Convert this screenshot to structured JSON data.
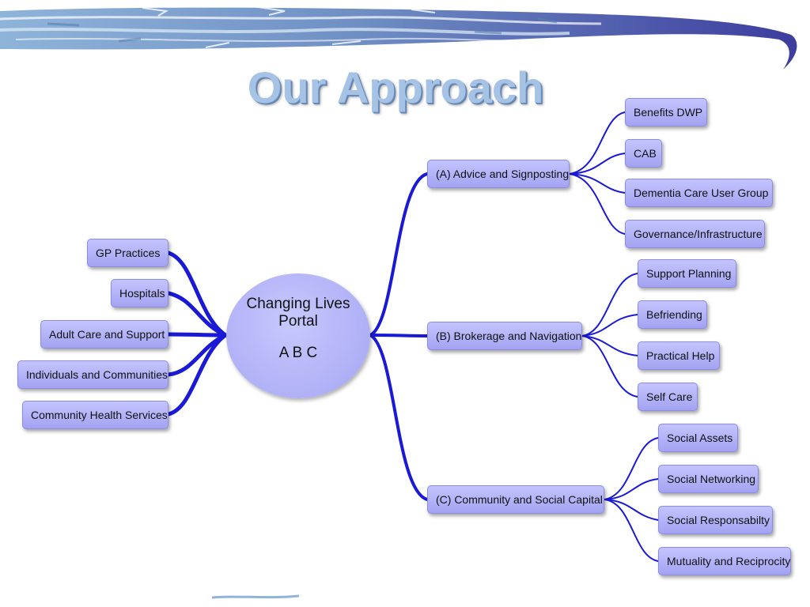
{
  "title": "Our Approach",
  "colors": {
    "node_fill": "#b3b3fa",
    "connector": "#1a1ad6",
    "title": "#a6c3e6",
    "banner_dark": "#3d3d9e",
    "banner_light": "#8fb4d9"
  },
  "hub": {
    "line1": "Changing Lives",
    "line2": "Portal",
    "line3": "A B C"
  },
  "left_nodes": [
    "GP Practices",
    "Hospitals",
    "Adult Care and Support",
    "Individuals and Communities",
    "Community Health Services"
  ],
  "branches": [
    {
      "label": "(A) Advice and Signposting",
      "children": [
        "Benefits DWP",
        "CAB",
        "Dementia Care User Group",
        "Governance/Infrastructure"
      ]
    },
    {
      "label": "(B) Brokerage and Navigation",
      "children": [
        "Support Planning",
        "Befriending",
        "Practical Help",
        "Self Care"
      ]
    },
    {
      "label": "(C) Community and Social Capital",
      "children": [
        "Social Assets",
        "Social Networking",
        "Social Responsabilty",
        "Mutuality and Reciprocity"
      ]
    }
  ]
}
